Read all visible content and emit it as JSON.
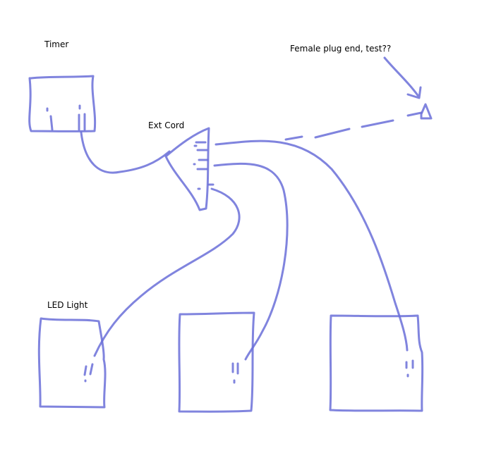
{
  "labels": {
    "timer": "Timer",
    "female_plug": "Female plug end, test??",
    "ext_cord": "Ext Cord",
    "led_light": "LED Light"
  },
  "colors": {
    "ink": "#6a6ed8"
  }
}
